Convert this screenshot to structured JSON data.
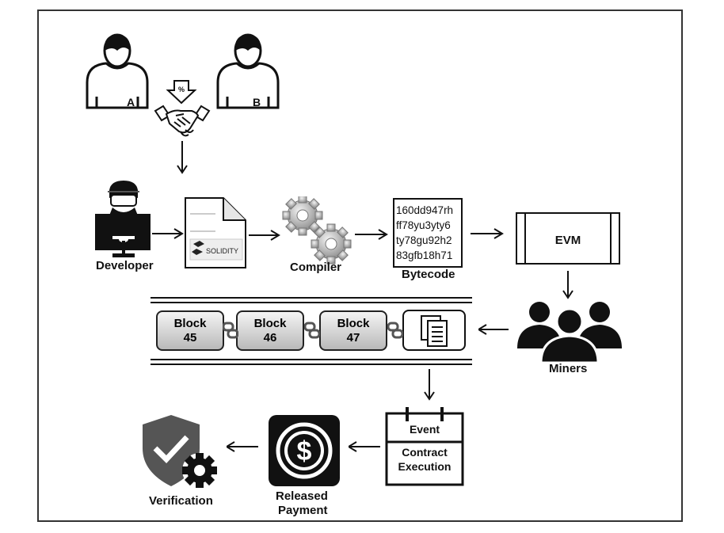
{
  "users": {
    "a_label": "A",
    "b_label": "B"
  },
  "agreement": {
    "percent_symbol": "%"
  },
  "developer": {
    "label": "Developer"
  },
  "solidity": {
    "text": "SOLIDITY"
  },
  "compiler": {
    "label": "Compiler"
  },
  "bytecode": {
    "lines": [
      "160dd947rh",
      "ff78yu3yty6",
      "ty78gu92h2",
      "83gfb18h71"
    ],
    "label": "Bytecode"
  },
  "evm": {
    "label": "EVM"
  },
  "miners": {
    "label": "Miners"
  },
  "blocks": [
    {
      "word": "Block",
      "number": "45"
    },
    {
      "word": "Block",
      "number": "46"
    },
    {
      "word": "Block",
      "number": "47"
    }
  ],
  "event": {
    "tag": "Event",
    "line1": "Contract",
    "line2": "Execution"
  },
  "payment": {
    "line1": "Released",
    "line2": "Payment",
    "symbol": "$"
  },
  "verification": {
    "label": "Verification"
  },
  "icons": [
    "user-icon",
    "handshake-icon",
    "developer-icon",
    "document-icon",
    "gears-icon",
    "group-icon",
    "chain-link-icon",
    "calendar-icon",
    "dollar-icon",
    "shield-check-icon",
    "gear-icon"
  ]
}
